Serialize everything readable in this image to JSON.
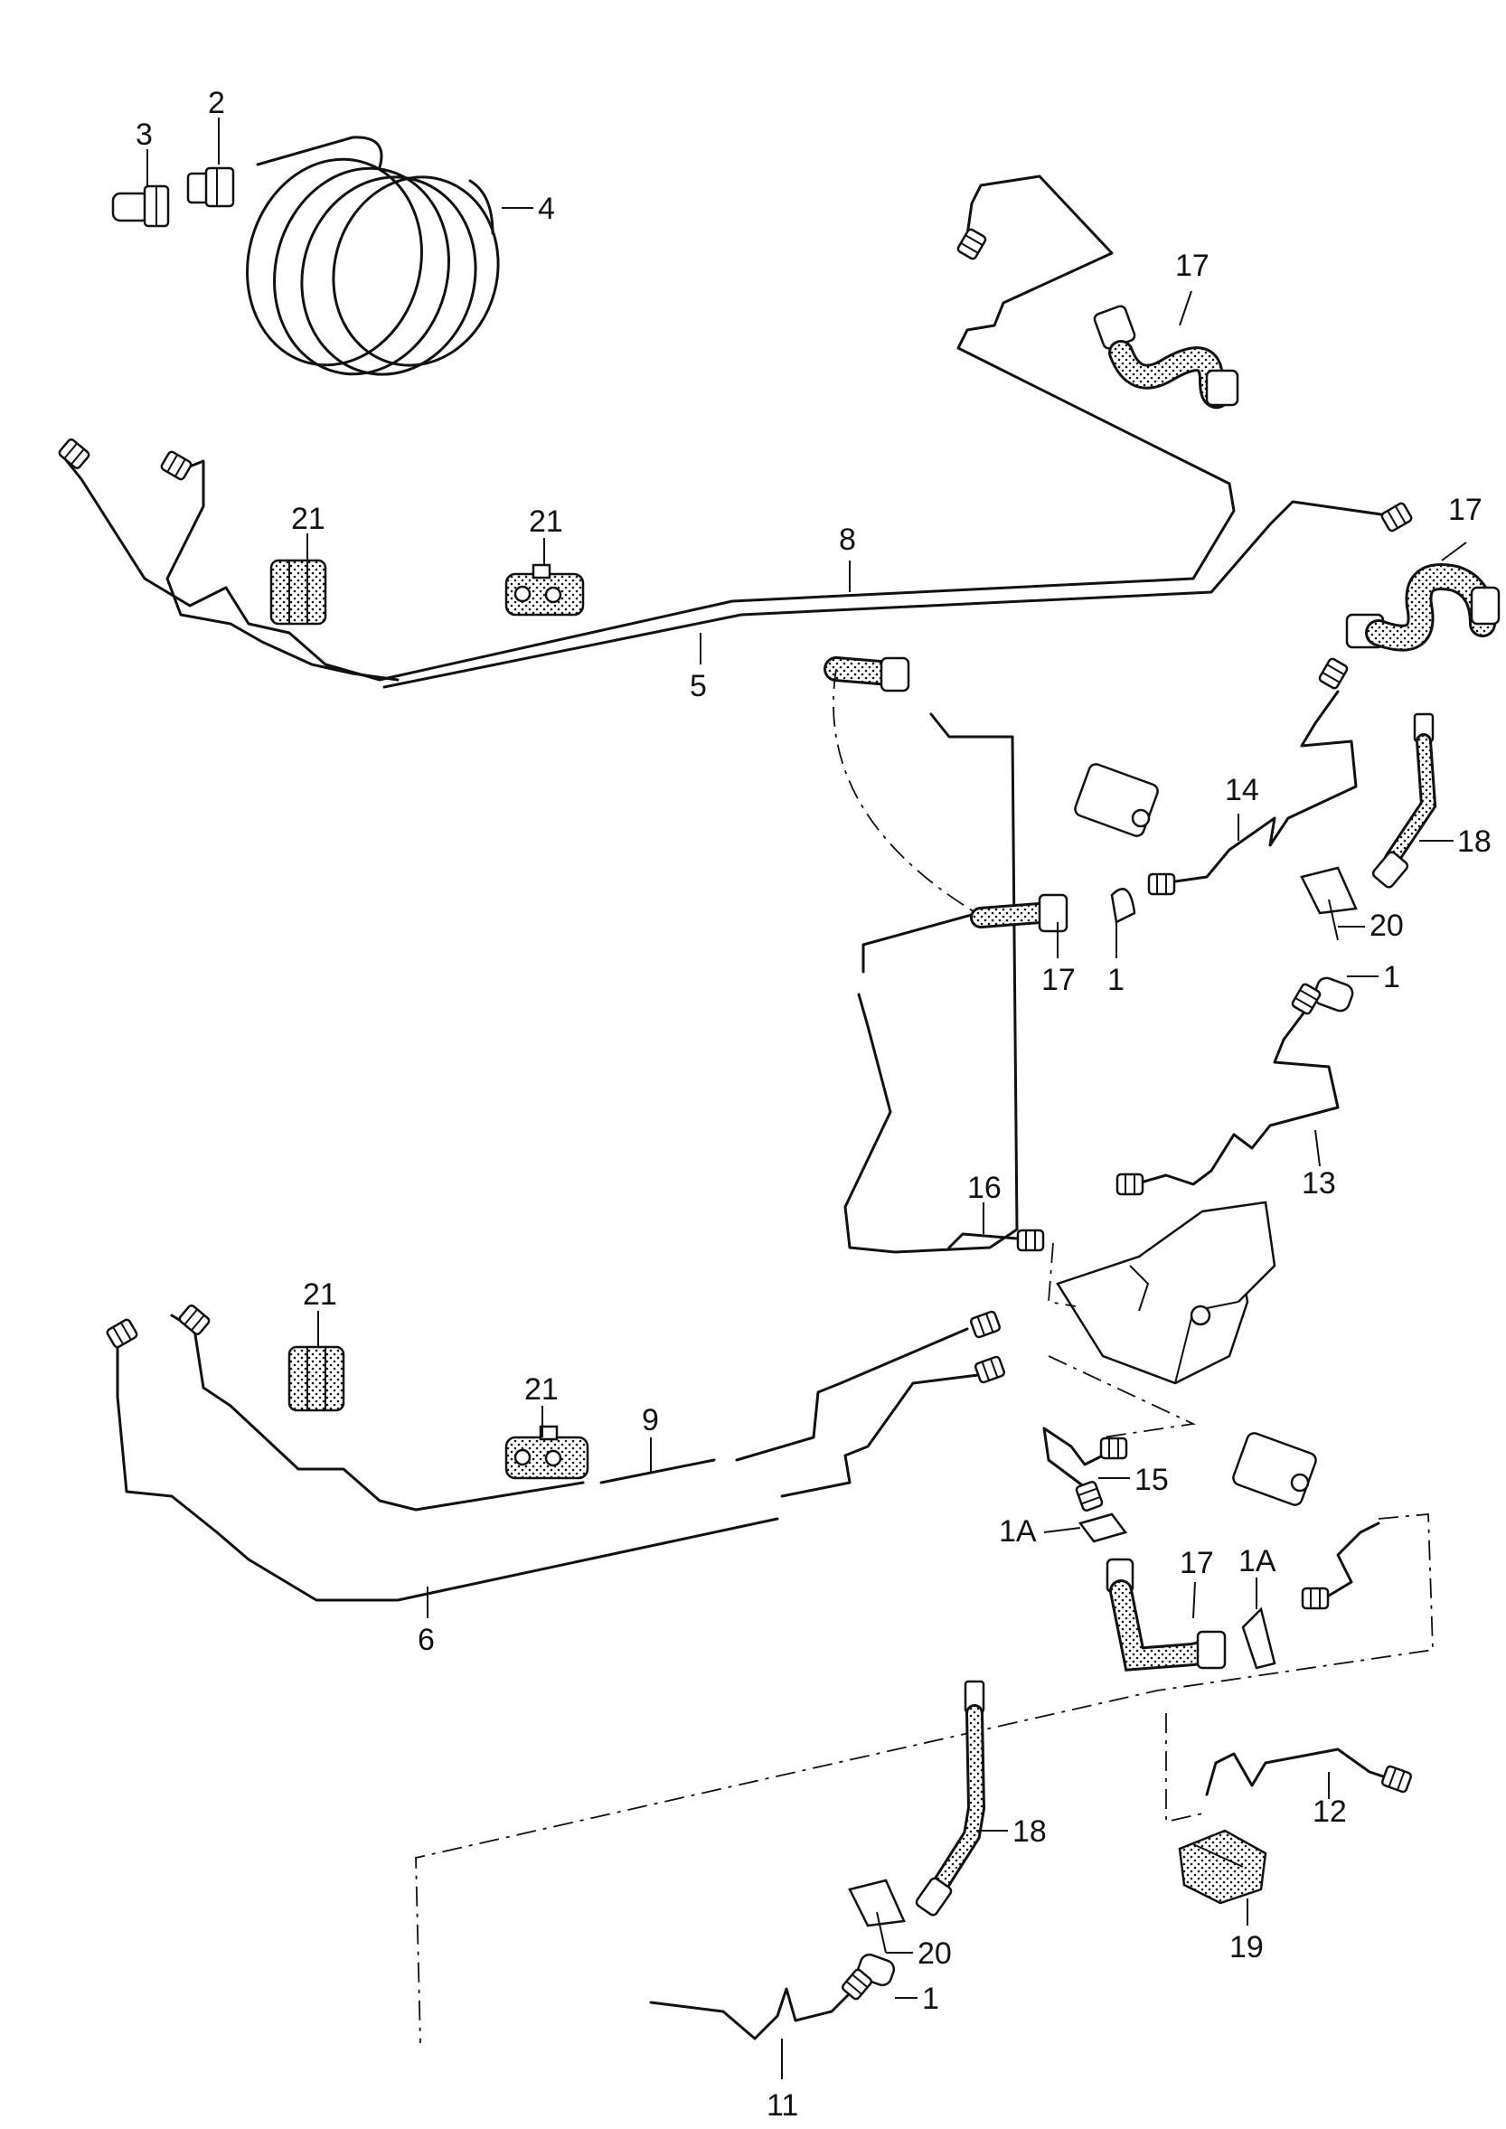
{
  "labels": {
    "p1a": "1",
    "p1b": "1",
    "p1c": "1",
    "p1A_a": "1A",
    "p1A_b": "1A",
    "p2": "2",
    "p3": "3",
    "p4": "4",
    "p5": "5",
    "p6": "6",
    "p8": "8",
    "p9": "9",
    "p11": "11",
    "p12": "12",
    "p13": "13",
    "p14": "14",
    "p15": "15",
    "p16": "16",
    "p17a": "17",
    "p17b": "17",
    "p17c": "17",
    "p17d": "17",
    "p18a": "18",
    "p18b": "18",
    "p19": "19",
    "p20a": "20",
    "p20b": "20",
    "p21a": "21",
    "p21b": "21",
    "p21c": "21",
    "p21d": "21"
  }
}
